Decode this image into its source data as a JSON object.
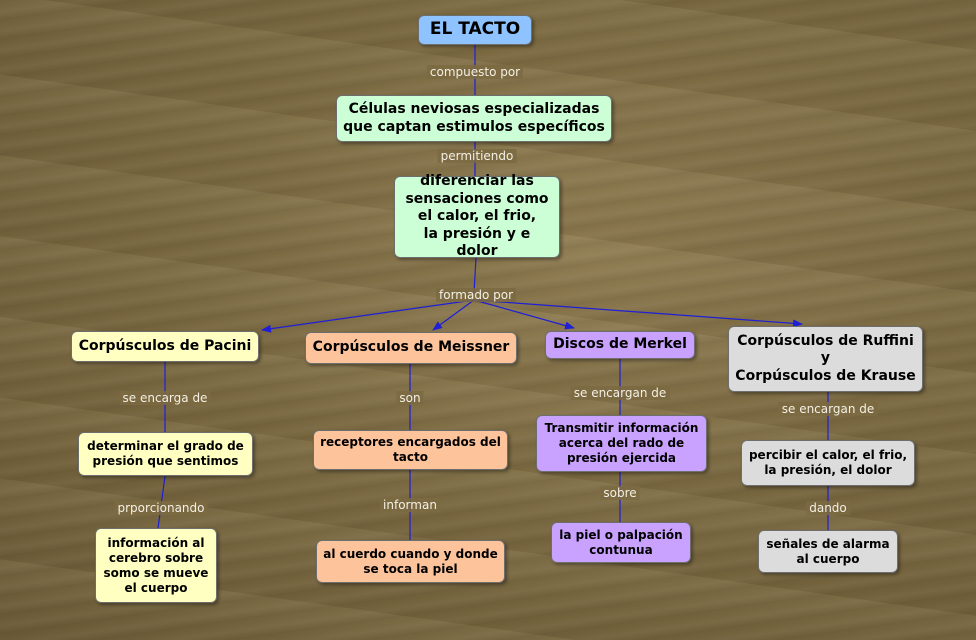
{
  "nodes": {
    "el_tacto": "EL TACTO",
    "celulas": "Células neviosas especializadas\nque captan estimulos específicos",
    "diferenciar": "diferenciar las\nsensaciones como\nel calor, el frio,\nla presión y e dolor",
    "pacini": "Corpúsculos de Pacini",
    "meissner": "Corpúsculos de Meissner",
    "merkel": "Discos de Merkel",
    "ruffini": "Corpúsculos de Ruffini\ny\nCorpúsculos de Krause",
    "pacini_det": "determinar el grado de\npresión que sentimos",
    "pacini_info": "información al\ncerebro sobre\nsomo se mueve\nel cuerpo",
    "meissner_rec": "receptores encargados del\ntacto",
    "meissner_inf": "al cuerdo cuando y donde\nse toca la piel",
    "merkel_trans": "Transmitir información\nacerca del rado de\npresión ejercida",
    "merkel_piel": "la piel o palpación\ncontunua",
    "ruffini_perc": "percibir el calor, el frio,\nla presión, el dolor",
    "ruffini_sen": "señales de alarma\nal cuerpo"
  },
  "labels": {
    "compuesto_por": "compuesto por",
    "permitiendo": "permitiendo",
    "formado_por": "formado por",
    "se_encarga_de": "se encarga de",
    "prporcionando": "prporcionando",
    "son": "son",
    "informan": "informan",
    "se_encargan_de_merkel": "se encargan de",
    "sobre": "sobre",
    "se_encargan_de_ruffini": "se encargan de",
    "dando": "dando"
  },
  "colors": {
    "edge": "#1f1fd6",
    "label_text": "#f4f0e4"
  }
}
